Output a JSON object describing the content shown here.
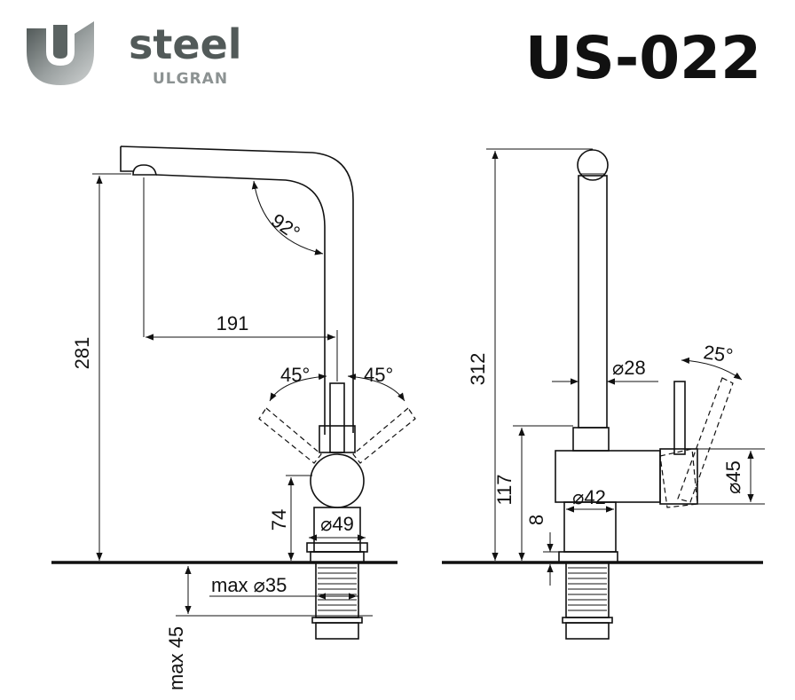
{
  "brand": {
    "word": "steel",
    "sub": "ULGRAN"
  },
  "model": "US-022",
  "colors": {
    "ink": "#111111",
    "logo_dark": "#3f4645",
    "logo_light": "#b8bcbc"
  },
  "front_view": {
    "height_total": "281",
    "spout_reach": "191",
    "spout_angle": "92°",
    "lever_left_angle": "45°",
    "lever_right_angle": "45°",
    "body_height": "74",
    "base_diameter": "⌀49",
    "hole_max_diameter": "max ⌀35",
    "countertop_max": "max 45"
  },
  "side_view": {
    "height_total": "312",
    "spout_diameter": "⌀28",
    "lever_angle": "25°",
    "base_height": "117",
    "body_diameter": "⌀45",
    "base_diameter": "⌀42",
    "gap": "8"
  }
}
